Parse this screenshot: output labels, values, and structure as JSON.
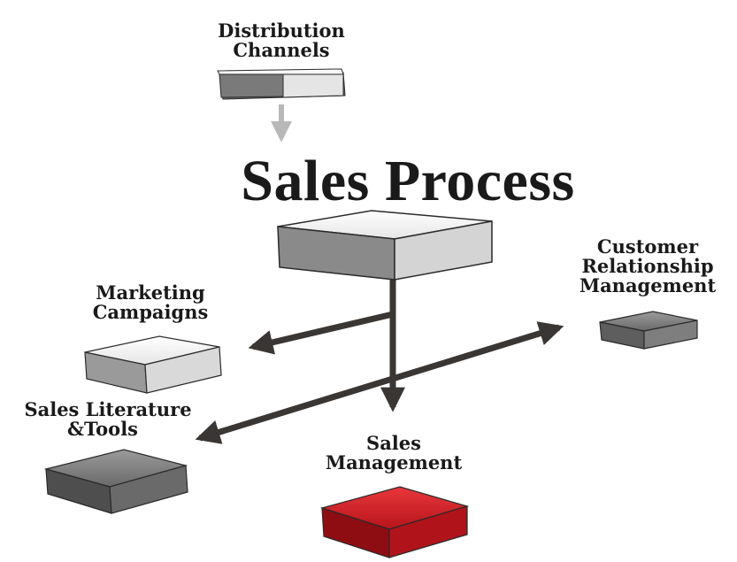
{
  "title": "Sales Process",
  "nodes": {
    "distribution": {
      "lines": [
        "Distribution",
        "Channels"
      ],
      "color": "#8a8a8a"
    },
    "marketing": {
      "lines": [
        "Marketing",
        "Campaigns"
      ],
      "color": "#d9d9d9"
    },
    "crm": {
      "lines": [
        "Customer",
        "Relationship",
        "Management"
      ],
      "color": "#6e6e6e"
    },
    "literature": {
      "lines": [
        "Sales Literature",
        "&Tools"
      ],
      "color": "#6a6a6a"
    },
    "management": {
      "lines": [
        "Sales",
        "Management"
      ],
      "color": "#c8161b"
    }
  },
  "colors": {
    "center_block": "#cfcfcf",
    "arrow": "#3a3633",
    "arrow_light": "#b8b8b8"
  }
}
